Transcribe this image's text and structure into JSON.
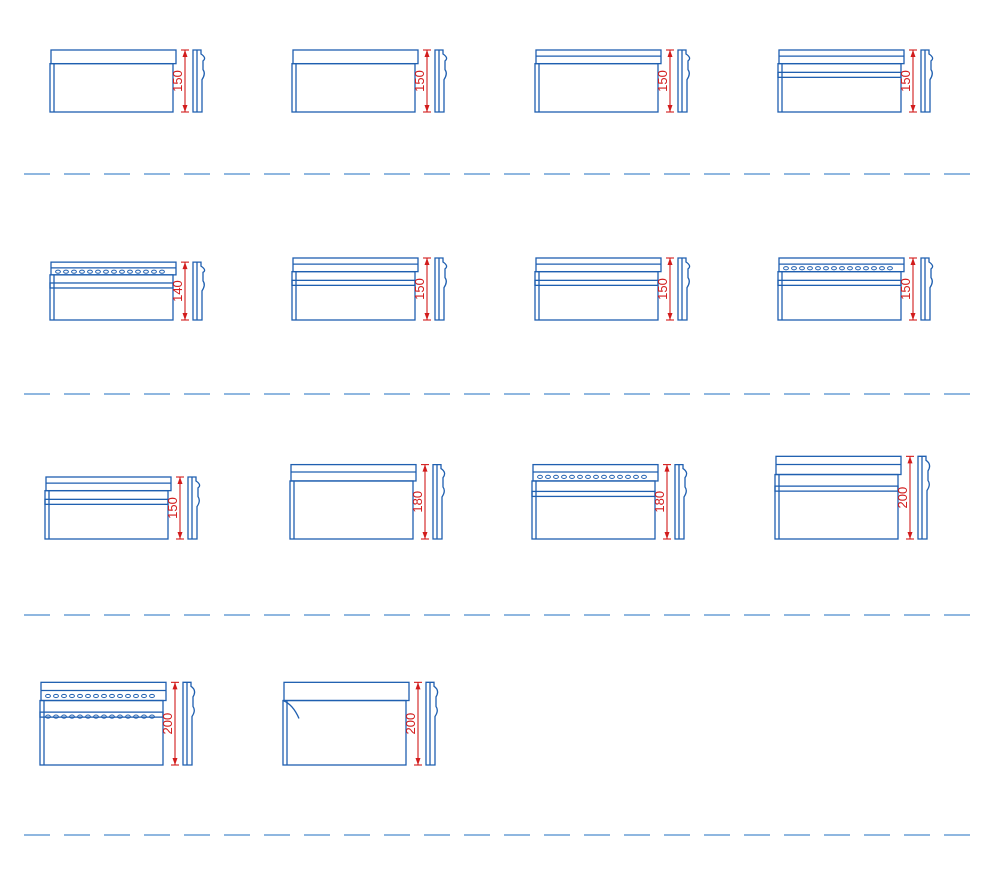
{
  "colors": {
    "outline": "#1f5fb0",
    "dimension": "#d21c1c",
    "separator": "#1f6fc2"
  },
  "rows": [
    {
      "moldings": [
        {
          "height": "150",
          "style": "plain"
        },
        {
          "height": "150",
          "style": "plain"
        },
        {
          "height": "150",
          "style": "step"
        },
        {
          "height": "150",
          "style": "band"
        }
      ]
    },
    {
      "moldings": [
        {
          "height": "140",
          "style": "beaded"
        },
        {
          "height": "150",
          "style": "band"
        },
        {
          "height": "150",
          "style": "band"
        },
        {
          "height": "150",
          "style": "beaded"
        }
      ]
    },
    {
      "moldings": [
        {
          "height": "150",
          "style": "band"
        },
        {
          "height": "180",
          "style": "step"
        },
        {
          "height": "180",
          "style": "beaded"
        },
        {
          "height": "200",
          "style": "band"
        }
      ]
    },
    {
      "moldings": [
        {
          "height": "200",
          "style": "double-beaded"
        },
        {
          "height": "200",
          "style": "cove"
        }
      ]
    }
  ]
}
